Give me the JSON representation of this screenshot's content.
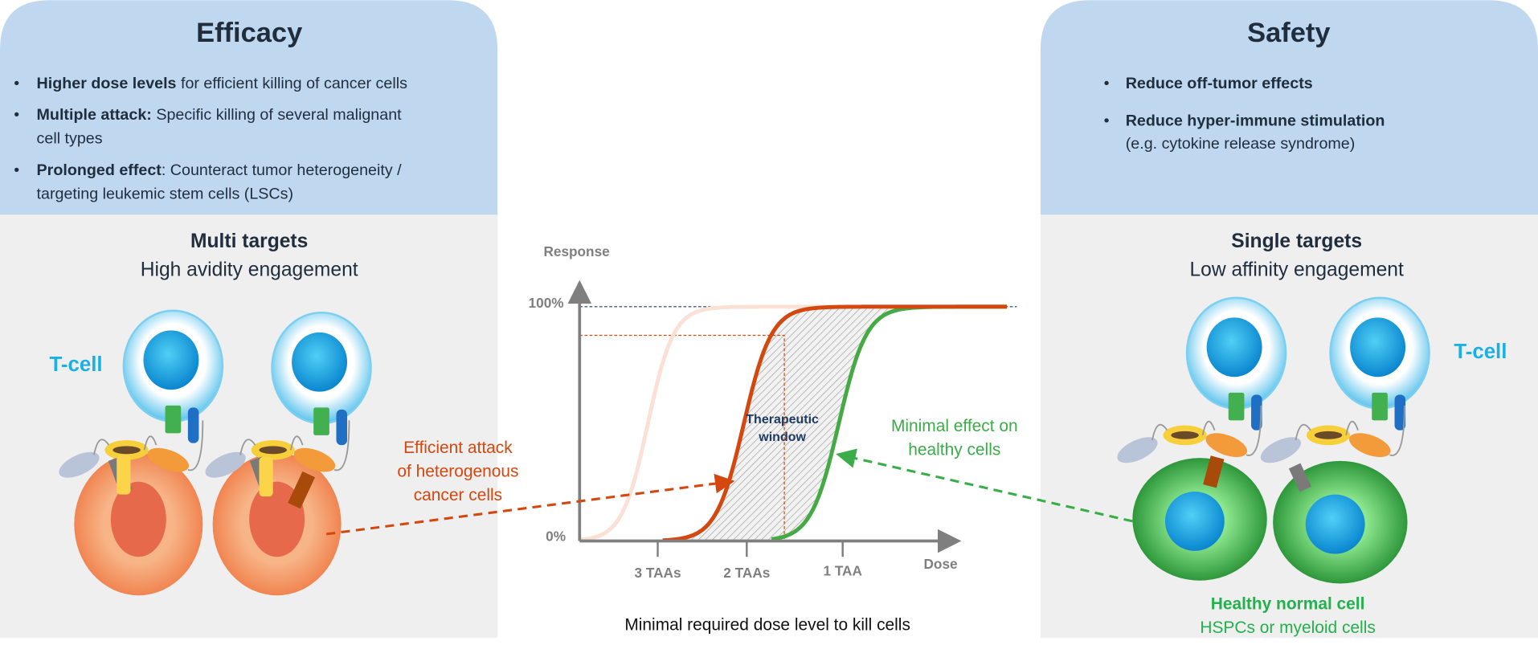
{
  "efficacy": {
    "title": "Efficacy",
    "bullets": [
      {
        "bold": "Higher dose levels",
        "rest": " for efficient killing  of cancer cells"
      },
      {
        "bold": "Multiple attack:",
        "rest": " Specific killing  of several malignant",
        "line2": "cell types"
      },
      {
        "bold": "Prolonged effect",
        "rest": ": Counteract tumor heterogeneity /",
        "line2": "targeting leukemic  stem cells (LSCs)"
      }
    ],
    "subtitle": "Multi targets",
    "subtitle2": "High avidity  engagement",
    "tcell_label": "T-cell"
  },
  "safety": {
    "title": "Safety",
    "bullets": [
      {
        "bold": "Reduce off-tumor effects"
      },
      {
        "bold": "Reduce hyper-immune stimulation",
        "line2": "(e.g. cytokine release syndrome)"
      }
    ],
    "subtitle": "Single targets",
    "subtitle2": "Low affinity  engagement",
    "tcell_label": "T-cell",
    "cell_label": "Healthy normal cell",
    "cell_sublabel": "HSPCs or myeloid cells"
  },
  "chart": {
    "y_axis_label": "Response",
    "y_ticks": [
      "100%",
      "0%"
    ],
    "x_axis_label": "Dose",
    "x_ticks": [
      "3 TAAs",
      "2 TAAs",
      "1 TAA"
    ],
    "window_label": [
      "Therapeutic",
      "window"
    ],
    "cancer_annotation": [
      "Efficient attack",
      "of heterogenous",
      "cancer cells"
    ],
    "healthy_annotation": [
      "Minimal effect on",
      "healthy cells"
    ],
    "caption": "Minimal required dose level to kill cells"
  },
  "colors": {
    "panel_blue": "#c0d8ef",
    "panel_grey": "#efefef",
    "tcell_text": "#1ab0e6",
    "cancer_orange": "#d4470f",
    "healthy_green": "#3aad48",
    "pale_curve": "#fbe0d5",
    "navy": "#1f3b64"
  }
}
